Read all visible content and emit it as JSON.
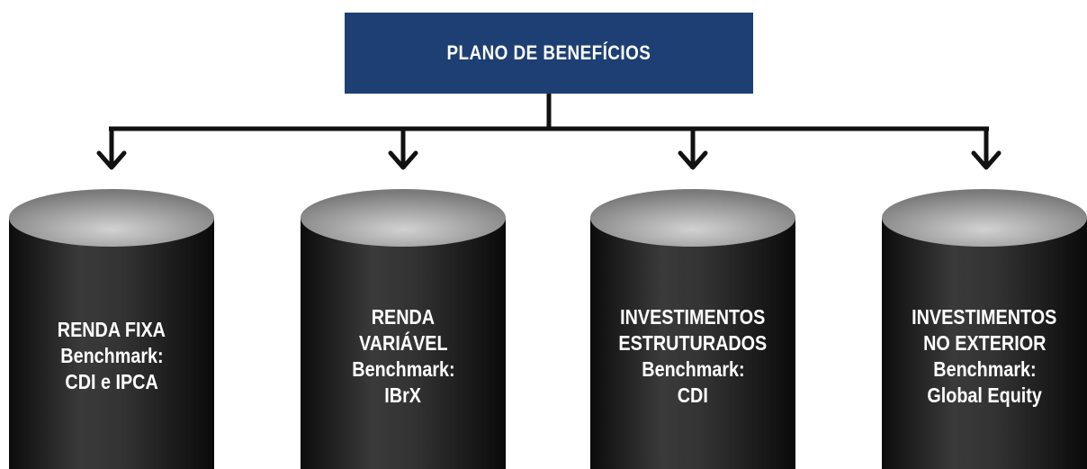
{
  "root": {
    "title": "PLANO DE BENEFÍCIOS"
  },
  "colors": {
    "root_fill": "#1d3f73",
    "cylinder_body": "#2a2a2a",
    "cylinder_top": "#a9a9a9",
    "connector": "#111111",
    "label_text": "#ffffff"
  },
  "segments": [
    {
      "lines": [
        "RENDA FIXA",
        "Benchmark:",
        "CDI e IPCA"
      ]
    },
    {
      "lines": [
        "RENDA",
        "VARIÁVEL",
        "Benchmark:",
        "IBrX"
      ]
    },
    {
      "lines": [
        "INVESTIMENTOS",
        "ESTRUTURADOS",
        "Benchmark:",
        "CDI"
      ]
    },
    {
      "lines": [
        "INVESTIMENTOS",
        "NO EXTERIOR",
        "Benchmark:",
        "Global Equity"
      ]
    }
  ]
}
